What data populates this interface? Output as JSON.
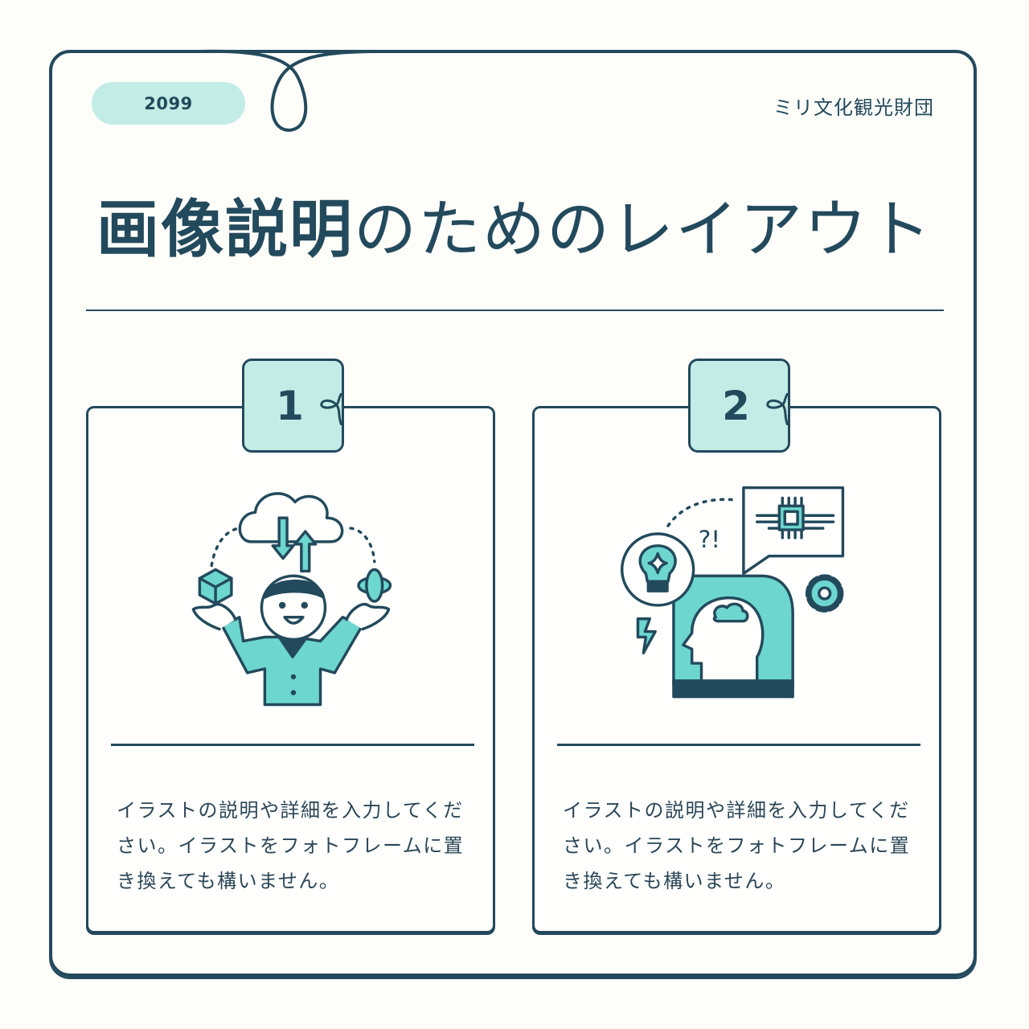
{
  "header": {
    "year": "2099",
    "organization": "ミリ文化観光財団"
  },
  "title": {
    "bold_part": "画像説明",
    "light_part": "のためのレイアウト"
  },
  "cards": [
    {
      "number": "1",
      "illustration": "person-juggling-cloud-icon",
      "description": "イラストの説明や詳細を入力してください。イラストをフォトフレームに置き換えても構いません。"
    },
    {
      "number": "2",
      "illustration": "ai-mind-chip-icon",
      "description": "イラストの説明や詳細を入力してください。イラストをフォトフレームに置き換えても構いません。"
    }
  ],
  "colors": {
    "navy": "#234a5c",
    "teal": "#6dd6cf",
    "mint": "#c4ece6",
    "background": "#fdfdfa"
  }
}
